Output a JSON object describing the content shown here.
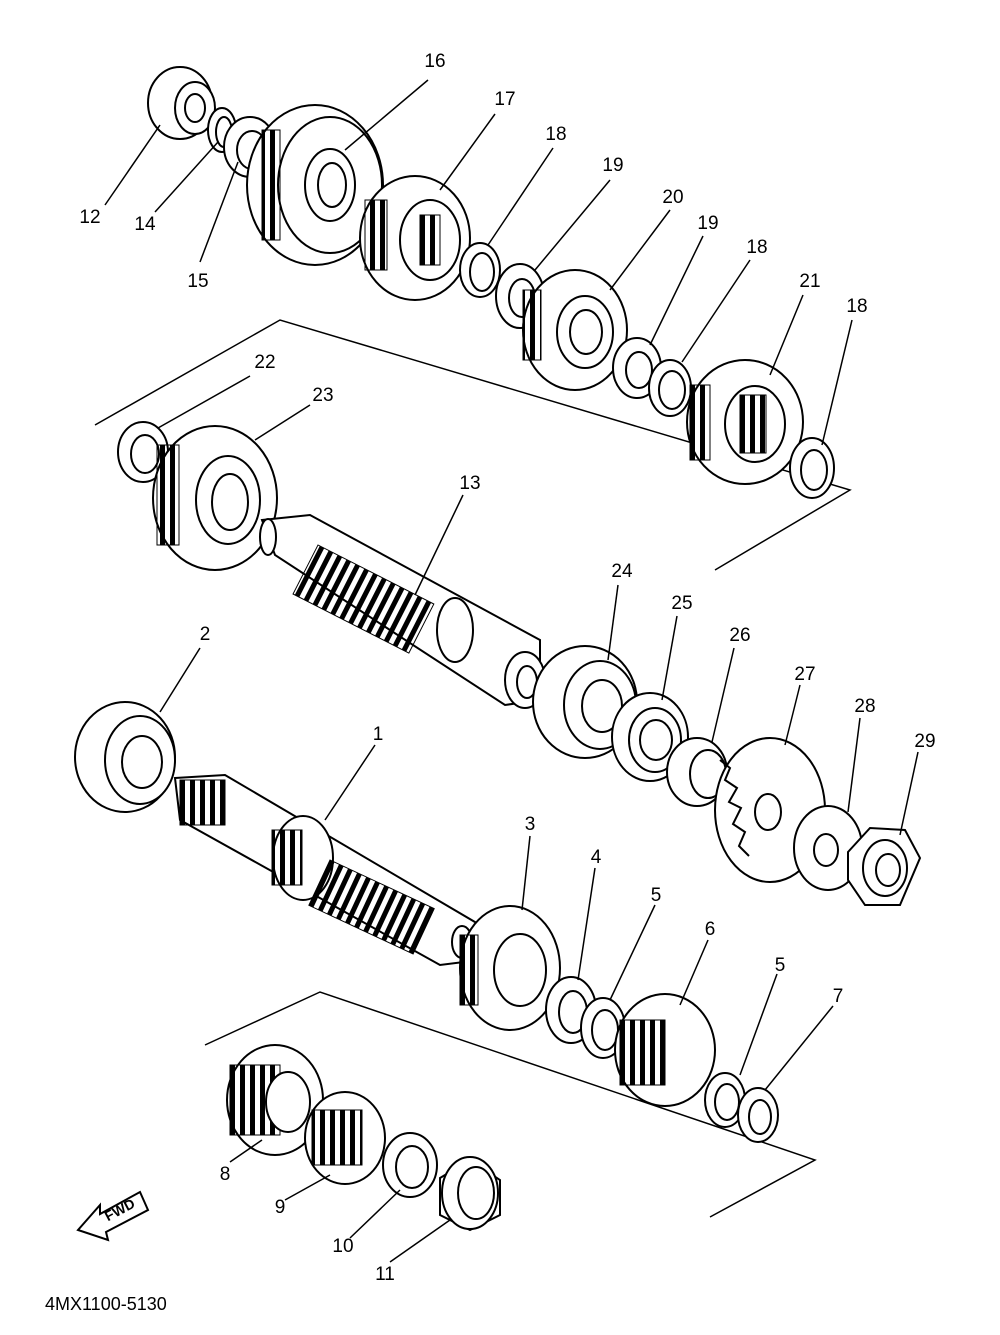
{
  "diagram": {
    "code": "4MX1100-5130",
    "fwd_label": "FWD",
    "parts": [
      {
        "id": "p1",
        "label": "1"
      },
      {
        "id": "p2",
        "label": "2"
      },
      {
        "id": "p3",
        "label": "3"
      },
      {
        "id": "p4",
        "label": "4"
      },
      {
        "id": "p5a",
        "label": "5"
      },
      {
        "id": "p5b",
        "label": "5"
      },
      {
        "id": "p6",
        "label": "6"
      },
      {
        "id": "p7",
        "label": "7"
      },
      {
        "id": "p8",
        "label": "8"
      },
      {
        "id": "p9",
        "label": "9"
      },
      {
        "id": "p10",
        "label": "10"
      },
      {
        "id": "p11",
        "label": "11"
      },
      {
        "id": "p12",
        "label": "12"
      },
      {
        "id": "p13",
        "label": "13"
      },
      {
        "id": "p14",
        "label": "14"
      },
      {
        "id": "p15",
        "label": "15"
      },
      {
        "id": "p16",
        "label": "16"
      },
      {
        "id": "p17",
        "label": "17"
      },
      {
        "id": "p18a",
        "label": "18"
      },
      {
        "id": "p18b",
        "label": "18"
      },
      {
        "id": "p18c",
        "label": "18"
      },
      {
        "id": "p19a",
        "label": "19"
      },
      {
        "id": "p19b",
        "label": "19"
      },
      {
        "id": "p20",
        "label": "20"
      },
      {
        "id": "p21",
        "label": "21"
      },
      {
        "id": "p22",
        "label": "22"
      },
      {
        "id": "p23",
        "label": "23"
      },
      {
        "id": "p24",
        "label": "24"
      },
      {
        "id": "p25",
        "label": "25"
      },
      {
        "id": "p26",
        "label": "26"
      },
      {
        "id": "p27",
        "label": "27"
      },
      {
        "id": "p28",
        "label": "28"
      },
      {
        "id": "p29",
        "label": "29"
      }
    ]
  }
}
